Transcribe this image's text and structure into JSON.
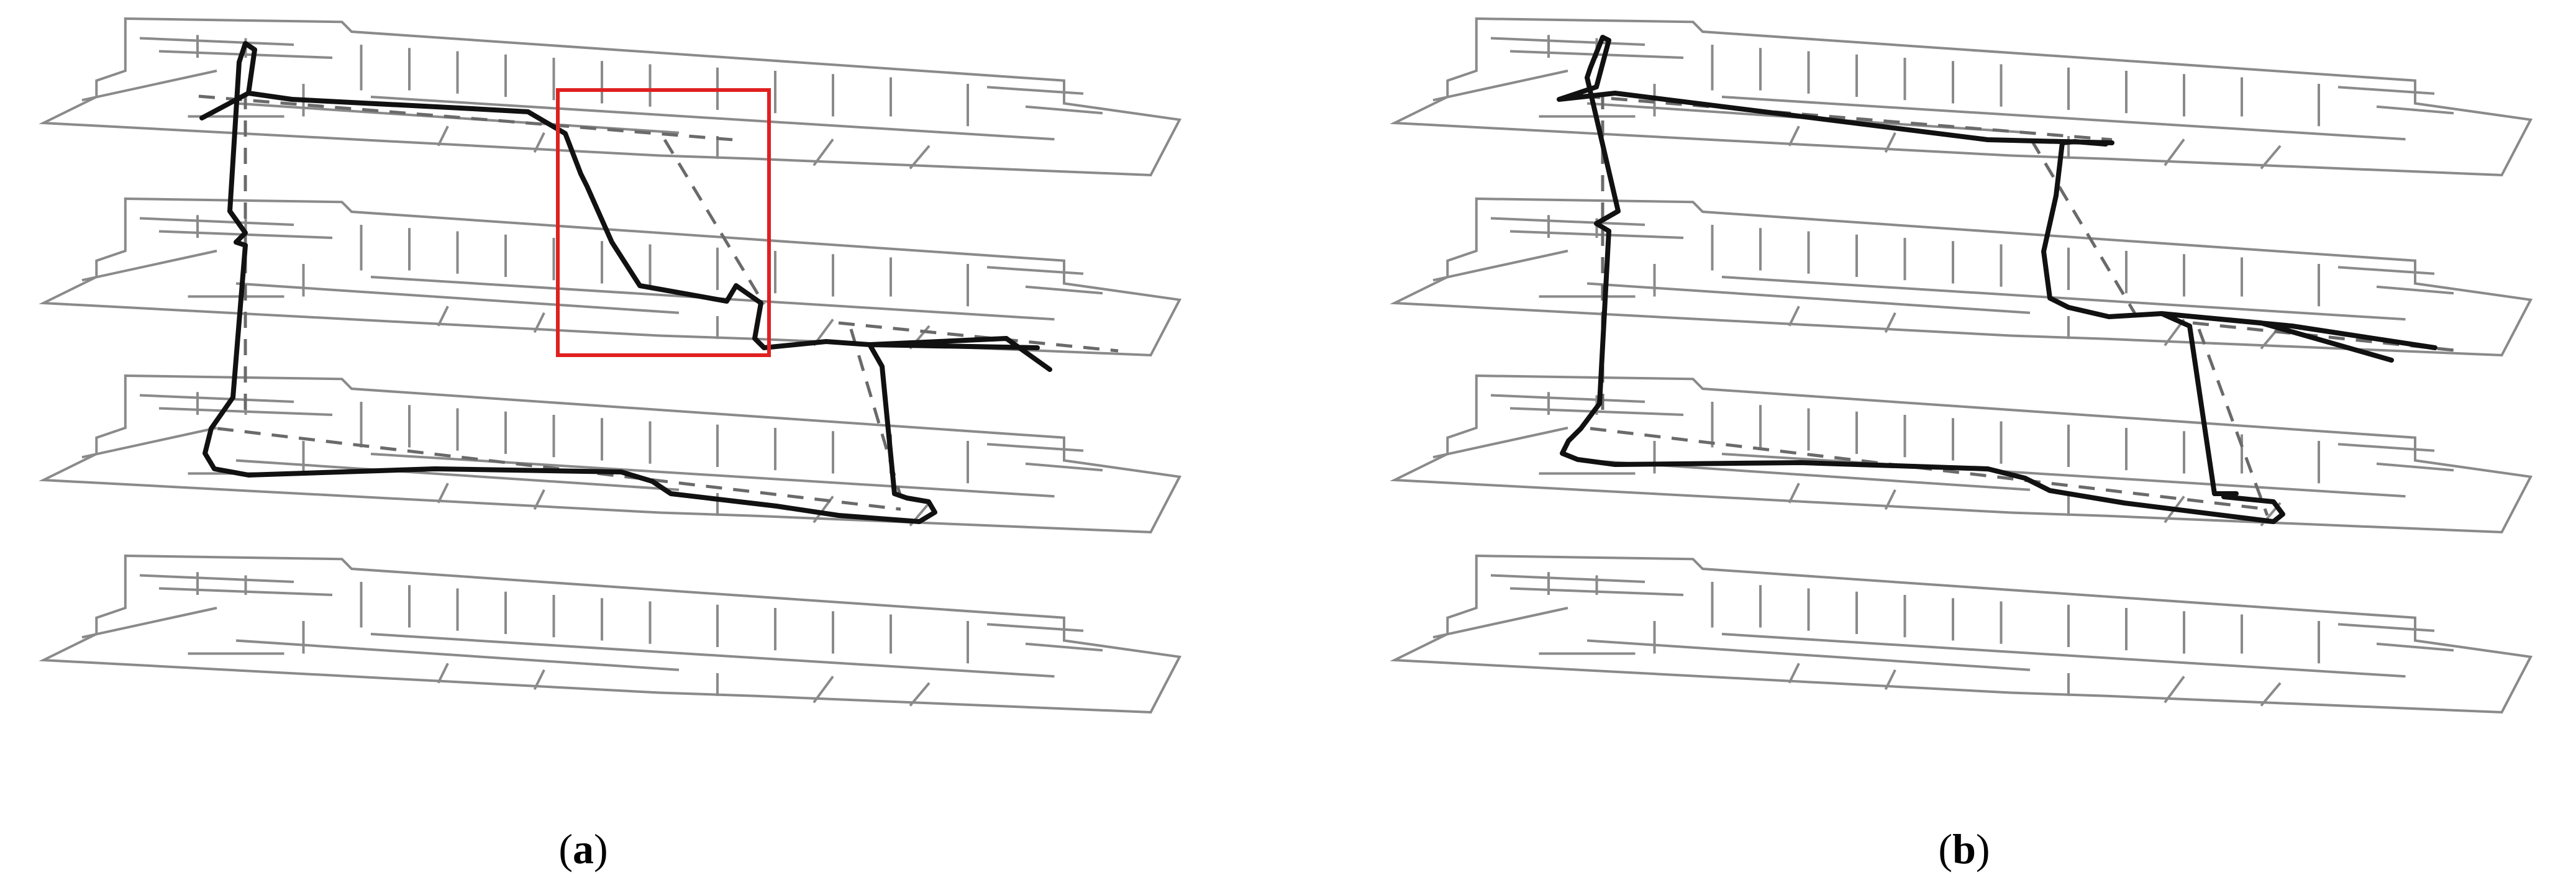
{
  "panels": [
    {
      "id": "a",
      "label_open": "(",
      "label_letter": "a",
      "label_close": ")"
    },
    {
      "id": "b",
      "label_open": "(",
      "label_letter": "b",
      "label_close": ")"
    }
  ],
  "colors": {
    "floor_plan_lines": "#8a8a8a",
    "trajectory": "#111111",
    "ground_truth_link": "#6a6a6a",
    "highlight_box": "#e02020",
    "background": "#ffffff"
  },
  "floors_per_panel": 4
}
